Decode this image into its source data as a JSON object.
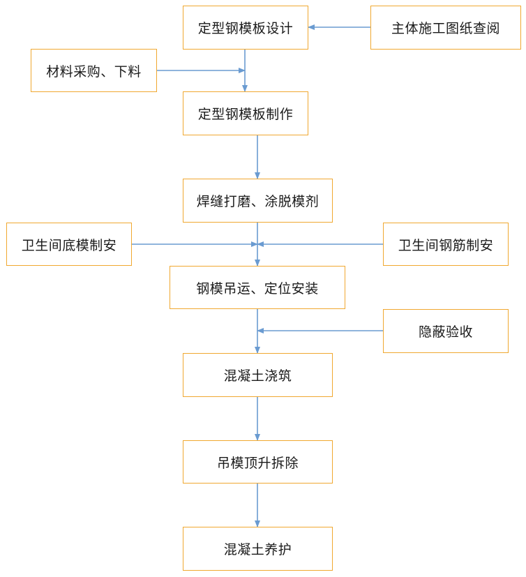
{
  "steps": {
    "design": "定型钢模板设计",
    "drawing_review": "主体施工图纸查阅",
    "purchase": "材料采购、下料",
    "fabrication": "定型钢模板制作",
    "polish": "焊缝打磨、涂脱模剂",
    "bathroom_bottom_form": "卫生间底模制安",
    "bathroom_rebar": "卫生间钢筋制安",
    "install": "钢模吊运、定位安装",
    "inspection": "隐蔽验收",
    "pour": "混凝土浇筑",
    "lift_remove": "吊模顶升拆除",
    "cure": "混凝土养护"
  },
  "colors": {
    "box_border": "#f0a830",
    "arrow": "#6a9bd1"
  }
}
